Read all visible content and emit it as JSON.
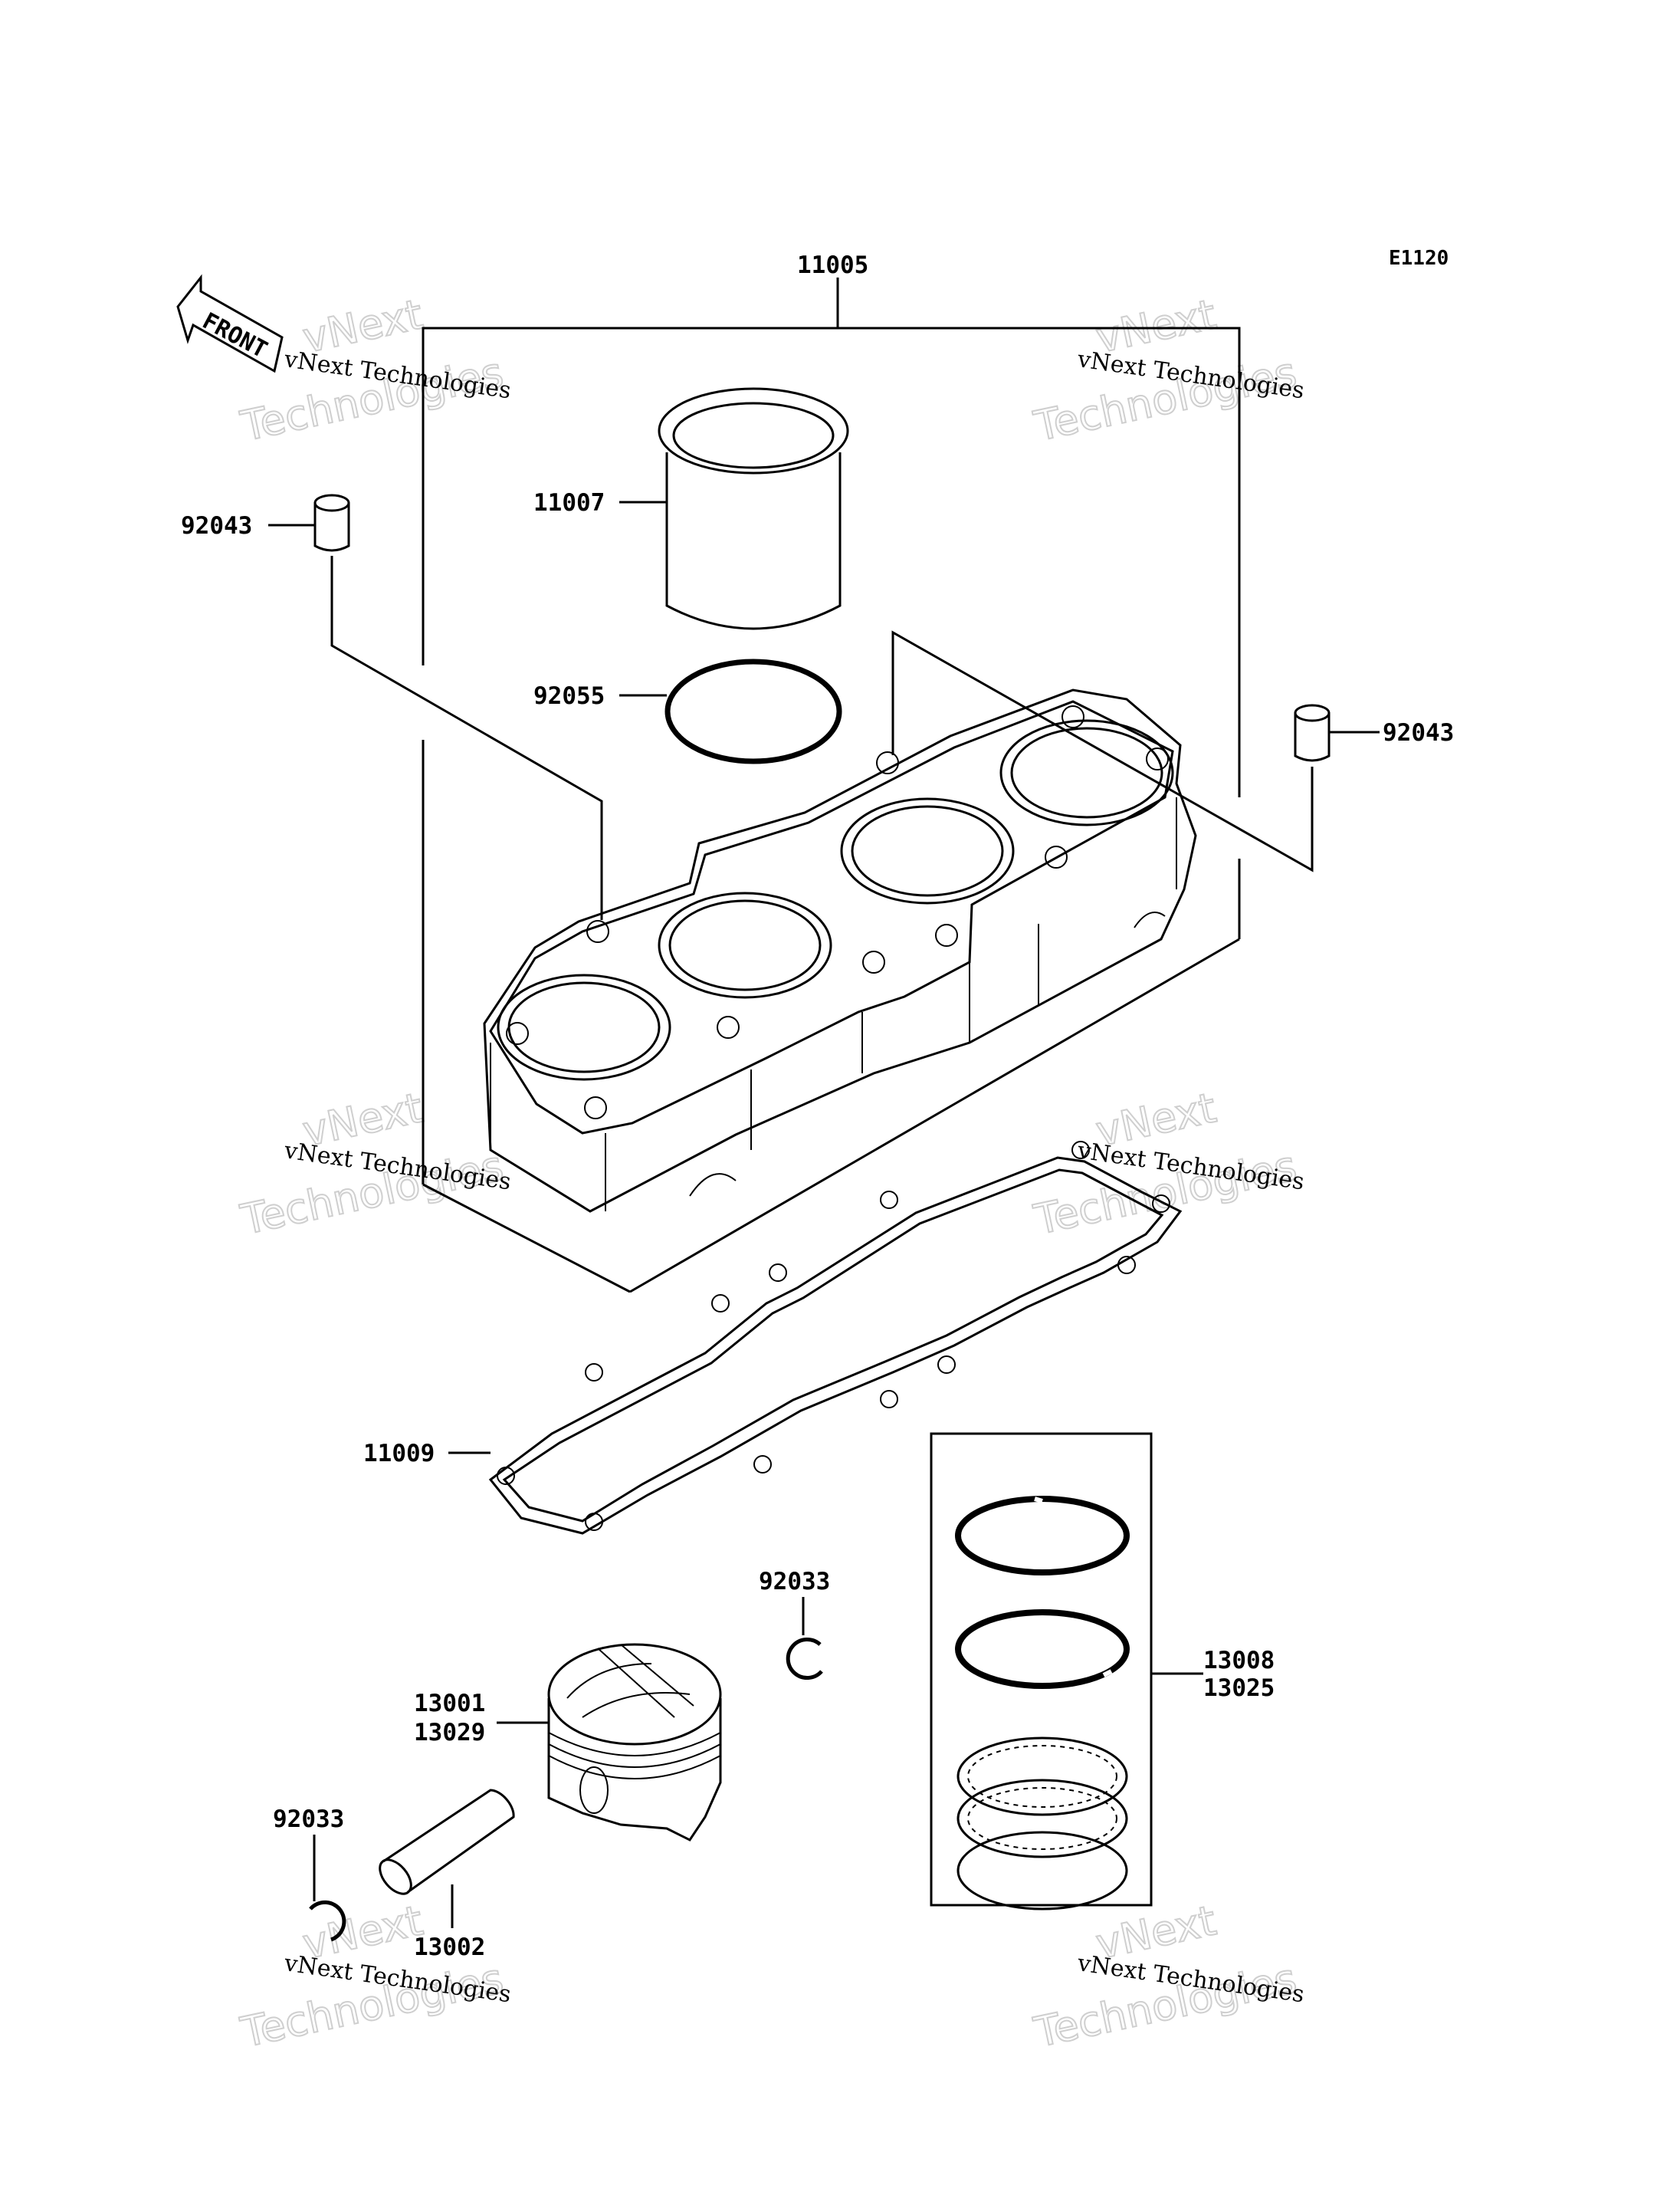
{
  "diagram_code": "E1120",
  "front_label": "FRONT",
  "watermark": {
    "line1": "vNext",
    "line2": "Technologies",
    "small": "vNext Technologies"
  },
  "part_numbers": {
    "cylinder_assy": "11005",
    "sleeve": "11007",
    "o_ring": "92055",
    "dowel_left": "92043",
    "dowel_right": "92043",
    "base_gasket": "11009",
    "clip_top": "92033",
    "clip_bottom": "92033",
    "piston_a": "13001",
    "piston_b": "13029",
    "piston_pin": "13002",
    "ring_set_a": "13008",
    "ring_set_b": "13025"
  }
}
